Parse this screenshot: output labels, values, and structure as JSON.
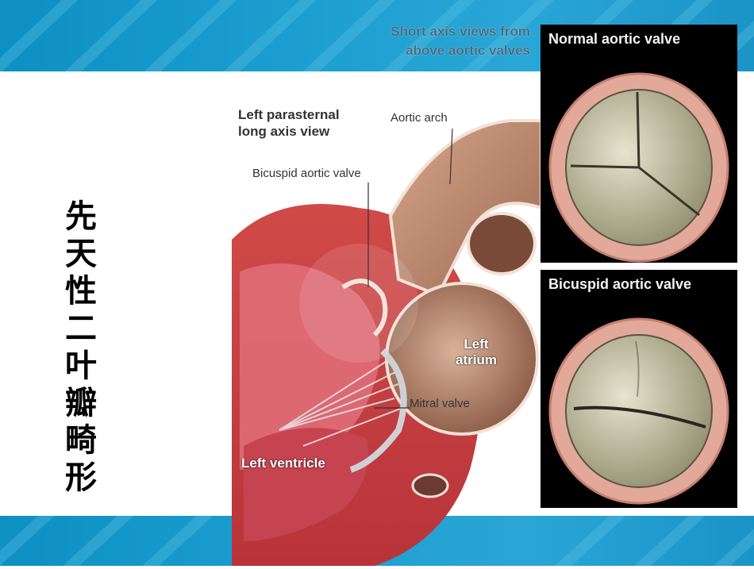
{
  "slide": {
    "title": "先天性二叶瓣畸形",
    "colors": {
      "band": "#1c9fd0",
      "background": "#ffffff",
      "panel": "#000000"
    }
  },
  "figure": {
    "view_title_line1": "Left parasternal",
    "view_title_line2": "long axis view",
    "label_aortic_arch": "Aortic arch",
    "label_bicuspid_valve": "Bicuspid aortic valve",
    "label_left_atrium_line1": "Left",
    "label_left_atrium_line2": "atrium",
    "label_mitral_valve": "Mitral valve",
    "label_left_ventricle": "Left ventricle"
  },
  "short_axis": {
    "caption_line1": "Short axis views from",
    "caption_line2": "above aortic valves",
    "normal_title": "Normal aortic valve",
    "bicuspid_title": "Bicuspid aortic valve"
  }
}
